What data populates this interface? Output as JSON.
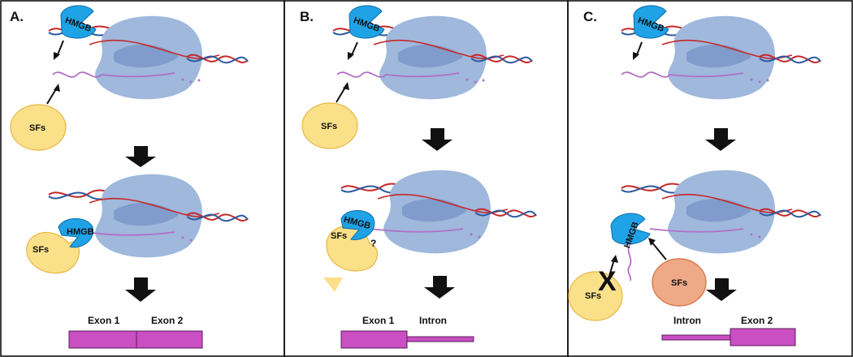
{
  "panels": [
    {
      "id": "A",
      "label": "A.",
      "top": {
        "hmgb": "HMGB",
        "sfs": "SFs"
      },
      "bottom": {
        "hmgb": "HMGB",
        "sfs": "SFs"
      },
      "exons": {
        "left": "Exon 1",
        "right": "Exon 2"
      }
    },
    {
      "id": "B",
      "label": "B.",
      "top": {
        "hmgb": "HMGB",
        "sfs": "SFs"
      },
      "bottom": {
        "hmgb": "HMGB",
        "sfs": "SFs",
        "question": "?"
      },
      "exons": {
        "left": "Exon 1",
        "right": "Intron"
      }
    },
    {
      "id": "C",
      "label": "C.",
      "top": {
        "hmgb": "HMGB"
      },
      "bottom": {
        "hmgb": "HMGB",
        "sfs_blocked": "SFs",
        "sfs_alt": "SFs",
        "x_mark": "X"
      },
      "exons": {
        "left": "Intron",
        "right": "Exon 2"
      }
    }
  ],
  "colors": {
    "polymerase": "#9fb8dc",
    "polymerase_dark": "#7f9ccc",
    "hmgb": "#1fa2e6",
    "sfs_yellow": "#fbe08a",
    "sfs_alt": "#f0a987",
    "exon": "#c94fc3",
    "rna": "#b26fc5",
    "dna_red": "#c62828",
    "dna_blue": "#2c5aa0",
    "arrow": "#111111"
  }
}
